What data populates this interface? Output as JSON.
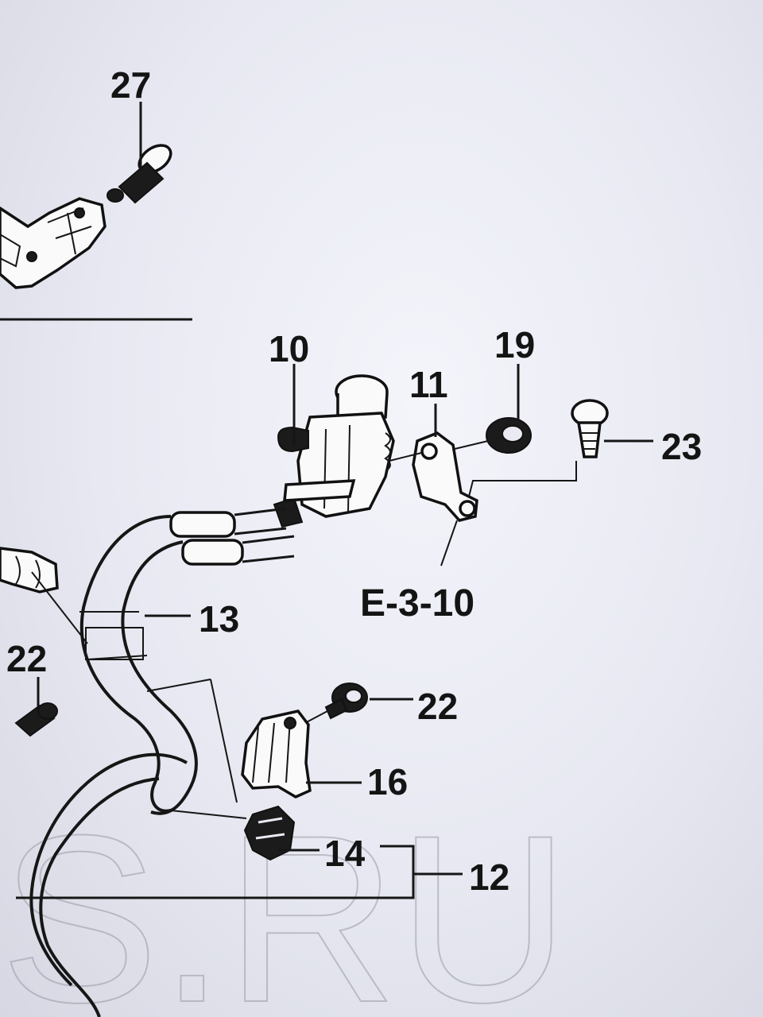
{
  "callouts": {
    "c27": "27",
    "c10": "10",
    "c11": "11",
    "c19": "19",
    "c23": "23",
    "ref": "E-3-10",
    "c13": "13",
    "c22a": "22",
    "c22b": "22",
    "c16": "16",
    "c14": "14",
    "c12": "12"
  },
  "watermark": "S.RU",
  "colors": {
    "ink": "#141414",
    "paper": "#f4f5fb",
    "watermark": "#9a9aa6"
  }
}
